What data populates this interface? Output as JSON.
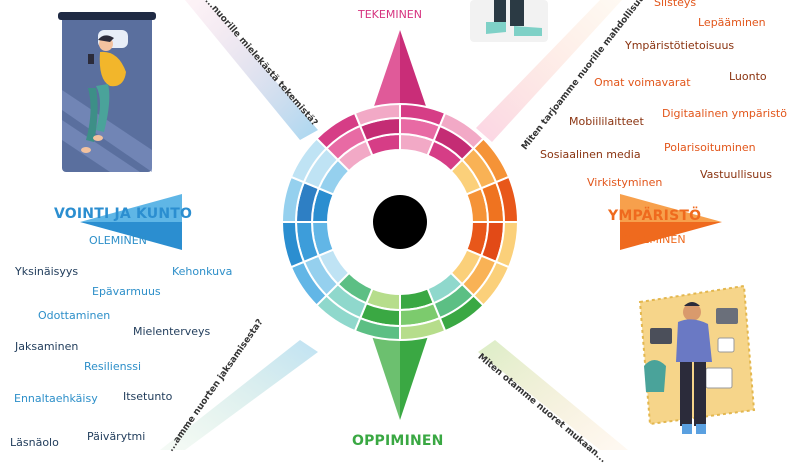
{
  "colors": {
    "pink": "#d6337f",
    "orange": "#ef6a1e",
    "blue": "#2b8ed0",
    "green": "#3aa843",
    "orange_word": "#e2561b",
    "brown_word": "#8a3310",
    "blue_word": "#2d8fc9",
    "navy_word": "#1f3b5a"
  },
  "compass": {
    "top": {
      "label": "TEKEMINEN"
    },
    "right": {
      "title": "YMPÄRISTÖ",
      "sub": "KOKEMINEN"
    },
    "left": {
      "title": "VOINTI JA KUNTO",
      "sub": "OLEMINEN"
    },
    "bottom": {
      "title": "OPPIMINEN"
    }
  },
  "questions": {
    "top_left": "...nuorille mielekästä tekemistä?",
    "top_right": "Miten tarjoamme nuorille mahdollisuuksia...",
    "bottom_left": "...amme nuorten jaksamisesta?",
    "bottom_right": "Miten otamme nuoret mukaan..."
  },
  "right_words": [
    {
      "text": "Siisteys",
      "tone": "orange"
    },
    {
      "text": "Lepääminen",
      "tone": "orange"
    },
    {
      "text": "Ympäristötietoisuus",
      "tone": "brown"
    },
    {
      "text": "Omat voimavarat",
      "tone": "orange"
    },
    {
      "text": "Luonto",
      "tone": "brown"
    },
    {
      "text": "Digitaalinen ympäristö",
      "tone": "orange"
    },
    {
      "text": "Mobiililaitteet",
      "tone": "brown"
    },
    {
      "text": "Polarisoituminen",
      "tone": "orange"
    },
    {
      "text": "Sosiaalinen media",
      "tone": "brown"
    },
    {
      "text": "Vastuullisuus",
      "tone": "brown"
    },
    {
      "text": "Virkistyminen",
      "tone": "orange"
    }
  ],
  "left_words": [
    {
      "text": "Yksinäisyys",
      "tone": "navy"
    },
    {
      "text": "Kehonkuva",
      "tone": "blue"
    },
    {
      "text": "Epävarmuus",
      "tone": "blue"
    },
    {
      "text": "Odottaminen",
      "tone": "blue"
    },
    {
      "text": "Mielenterveys",
      "tone": "navy"
    },
    {
      "text": "Jaksaminen",
      "tone": "navy"
    },
    {
      "text": "Resilienssi",
      "tone": "blue"
    },
    {
      "text": "Ennaltaehkäisy",
      "tone": "blue"
    },
    {
      "text": "Itsetunto",
      "tone": "navy"
    },
    {
      "text": "Päivärytmi",
      "tone": "navy"
    },
    {
      "text": "Läsnäolo",
      "tone": "navy"
    }
  ]
}
